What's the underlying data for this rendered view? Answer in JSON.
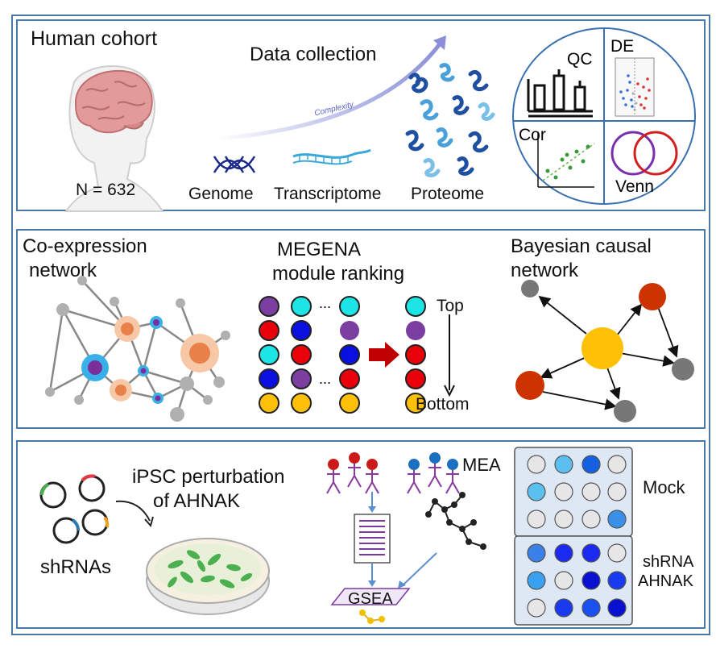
{
  "panel1": {
    "cohort_title": "Human cohort",
    "cohort_n": "N = 632",
    "data_collection": "Data collection",
    "complexity": "Complexity",
    "omics": [
      "Genome",
      "Transcriptome",
      "Proteome"
    ],
    "analysis": {
      "qc": "QC",
      "de": "DE",
      "cor": "Cor",
      "venn": "Venn"
    }
  },
  "panel2": {
    "coexp_title": "Co-expression",
    "coexp_sub": "network",
    "megena_title": "MEGENA",
    "megena_sub": "module ranking",
    "top": "Top",
    "bottom": "Bottom",
    "ellipsis": "...",
    "bayes_title": "Bayesian causal",
    "bayes_sub": "network",
    "module_colors": {
      "purple": "#7a3fa0",
      "red": "#e8000b",
      "cyan": "#1ee5e5",
      "blue": "#0a10e0",
      "orange": "#ffc107"
    }
  },
  "panel3": {
    "shrnas": "shRNAs",
    "ipsc_line1": "iPSC perturbation",
    "ipsc_line2": "of AHNAK",
    "gsea": "GSEA",
    "mea": "MEA",
    "mock": "Mock",
    "shrna_line1": "shRNA",
    "shrna_line2": "AHNAK"
  },
  "colors": {
    "frame": "#4a7aa8",
    "accent_blue": "#3a6fb0",
    "brain_pink": "#e29a9a"
  }
}
